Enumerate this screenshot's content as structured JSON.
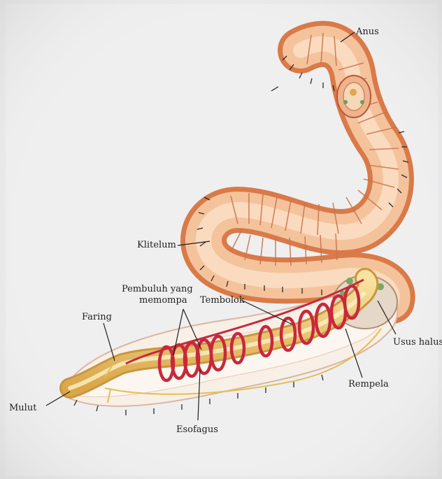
{
  "labels": {
    "anus": "Anus",
    "klitelum": "Klitelum",
    "pembuluh_line1": "Pembuluh yang",
    "pembuluh_line2": "memompa",
    "tembolok": "Tembolok",
    "faring": "Faring",
    "usus_halus": "Usus halus",
    "rempela": "Rempela",
    "mulut": "Mulut",
    "esofagus": "Esofagus"
  },
  "colors": {
    "background": "#e9e9ea",
    "body_skin": "#f3c9a8",
    "body_shade": "#e58f5f",
    "segment_line": "#c9714a",
    "digestive_tract": "#f1d27a",
    "blood_vessel": "#c8283c",
    "setae": "#2a2a2a",
    "label_text": "#1e1e1e"
  }
}
